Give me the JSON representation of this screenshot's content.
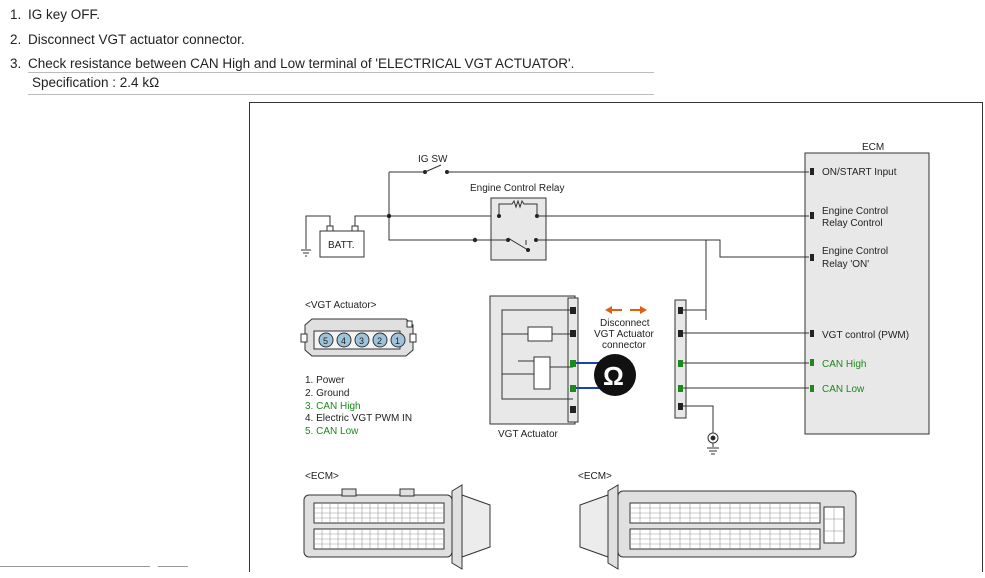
{
  "steps": [
    {
      "num": "1.",
      "text": "IG key OFF."
    },
    {
      "num": "2.",
      "text": "Disconnect VGT actuator connector."
    },
    {
      "num": "3.",
      "text": "Check resistance between CAN High and Low terminal of 'ELECTRICAL VGT ACTUATOR'."
    }
  ],
  "spec": "Specification : 2.4 kΩ",
  "diagram": {
    "ecm_label": "ECM",
    "ig_sw": "IG SW",
    "engine_control_relay": "Engine Control Relay",
    "batt": "BATT.",
    "ecm_pins": {
      "on_start": "ON/START Input",
      "ecr_control_1": "Engine Control",
      "ecr_control_2": "Relay Control",
      "ecr_on_1": "Engine Control",
      "ecr_on_2": "Relay 'ON'",
      "vgt_pwm": "VGT control (PWM)",
      "can_high": "CAN High",
      "can_low": "CAN Low"
    },
    "vgt_connector_title": "<VGT Actuator>",
    "pin_numbers": [
      "5",
      "4",
      "3",
      "2",
      "1"
    ],
    "pin_legend": [
      {
        "text": "1. Power",
        "color": "#222222"
      },
      {
        "text": "2. Ground",
        "color": "#222222"
      },
      {
        "text": "3. CAN High",
        "color": "#1a8a1a"
      },
      {
        "text": "4. Electric VGT PWM IN",
        "color": "#222222"
      },
      {
        "text": "5. CAN Low",
        "color": "#1a8a1a"
      }
    ],
    "disconnect_1": "Disconnect",
    "disconnect_2": "VGT Actuator",
    "disconnect_3": "connector",
    "ohm_symbol": "Ω",
    "vgt_actuator_label": "VGT Actuator",
    "ecm_connector_left": "<ECM>",
    "ecm_connector_right": "<ECM>",
    "colors": {
      "can_wire": "#1e3fb0",
      "can_text": "#1a8a1a",
      "arrow": "#e06010",
      "line": "#333333",
      "box_fill": "#e8e8e8"
    }
  }
}
